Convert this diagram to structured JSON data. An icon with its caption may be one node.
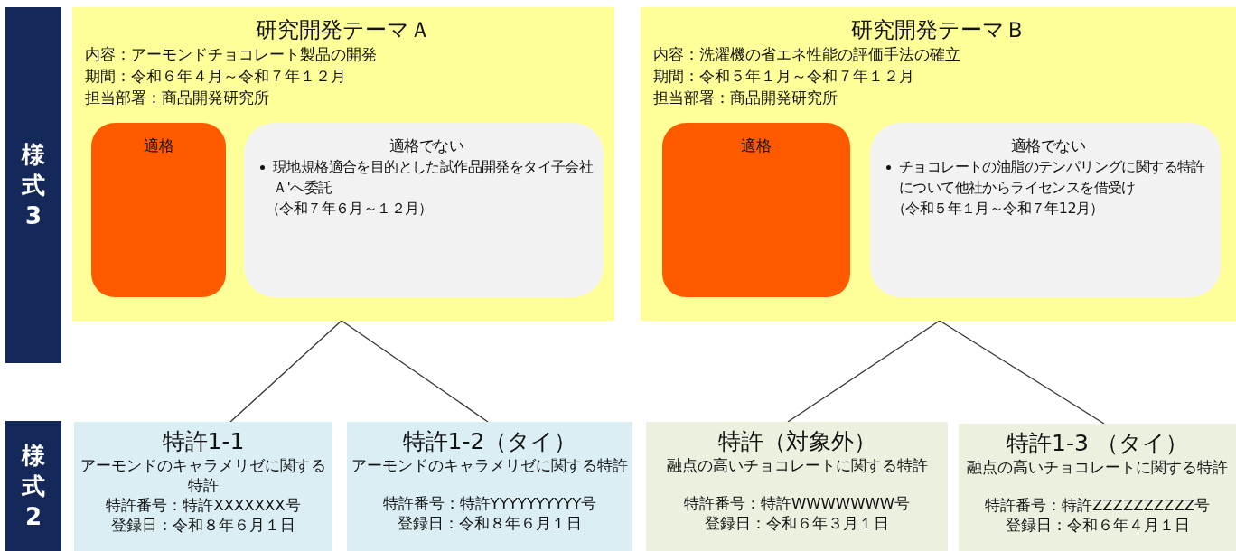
{
  "diagram": {
    "nodes": [
      {
        "text": [
          "様式3"
        ]
      },
      {
        "text": [
          "研究開発テーマＡ",
          "内容：アーモンドチョコレート製品の開発",
          "期間：令和６年４月～令和７年１２月",
          "担当部署：商品開発研究所"
        ]
      },
      {
        "text": [
          "適格"
        ],
        "in": 1
      },
      {
        "text": [
          "適格でない",
          "現地規格適合を目的とした試作品開発をタイ子会社Ａ'へ委託",
          "（令和７年６月～１２月）"
        ],
        "in": 1
      },
      {
        "text": [
          "研究開発テーマＢ",
          "内容：洗濯機の省エネ性能の評価手法の確立",
          "期間：令和５年１月～令和７年１２月",
          "担当部署：商品開発研究所"
        ]
      },
      {
        "text": [
          "適格"
        ],
        "in": 4
      },
      {
        "text": [
          "適格でない",
          "チョコレートの油脂のテンパリングに関する特許について他社からライセンスを借受け",
          "（令和５年１月～令和７年12月）"
        ],
        "in": 4
      },
      {
        "text": [
          "様式2"
        ]
      },
      {
        "text": [
          "特許1-1",
          "アーモンドのキャラメリゼに関する特許",
          "特許番号：特許XXXXXXX号",
          "登録日：令和８年６月１日"
        ]
      },
      {
        "text": [
          "特許1-2（タイ）",
          "アーモンドのキャラメリゼに関する特許",
          "特許番号：特許YYYYYYYYYY号",
          "登録日：令和８年６月１日"
        ]
      },
      {
        "text": [
          "特許（対象外）",
          "融点の高いチョコレートに関する特許",
          "特許番号：特許WWWWWWW号",
          "登録日：令和６年３月１日"
        ]
      },
      {
        "text": [
          "特許1-3 （タイ）",
          "融点の高いチョコレートに関する特許",
          "特許番号：特許ZZZZZZZZZZ号",
          "登録日：令和６年４月１日"
        ]
      }
    ],
    "edges": [
      {
        "from": 1,
        "to": 8,
        "arrow": "none"
      },
      {
        "from": 1,
        "to": 9,
        "arrow": "none"
      },
      {
        "from": 4,
        "to": 10,
        "arrow": "none"
      },
      {
        "from": 4,
        "to": 11,
        "arrow": "none"
      }
    ]
  }
}
